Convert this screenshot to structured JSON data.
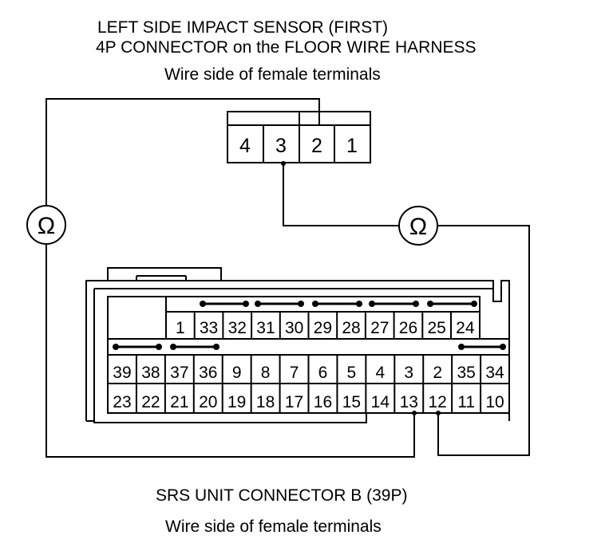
{
  "top_connector": {
    "title_line1": "LEFT SIDE IMPACT SENSOR (FIRST)",
    "title_line2": "4P CONNECTOR on the FLOOR WIRE HARNESS",
    "subtitle": "Wire side of female terminals",
    "pins": [
      "4",
      "3",
      "2",
      "1"
    ]
  },
  "ohmmeter_symbol": "Ω",
  "bottom_connector": {
    "title": "SRS UNIT CONNECTOR B (39P)",
    "subtitle": "Wire side of female terminals",
    "row1": [
      "1",
      "33",
      "32",
      "31",
      "30",
      "29",
      "28",
      "27",
      "26",
      "25",
      "24"
    ],
    "row2": [
      "39",
      "38",
      "37",
      "36",
      "9",
      "8",
      "7",
      "6",
      "5",
      "4",
      "3",
      "2",
      "35",
      "34"
    ],
    "row3": [
      "23",
      "22",
      "21",
      "20",
      "19",
      "18",
      "17",
      "16",
      "15",
      "14",
      "13",
      "12",
      "11",
      "10"
    ]
  }
}
